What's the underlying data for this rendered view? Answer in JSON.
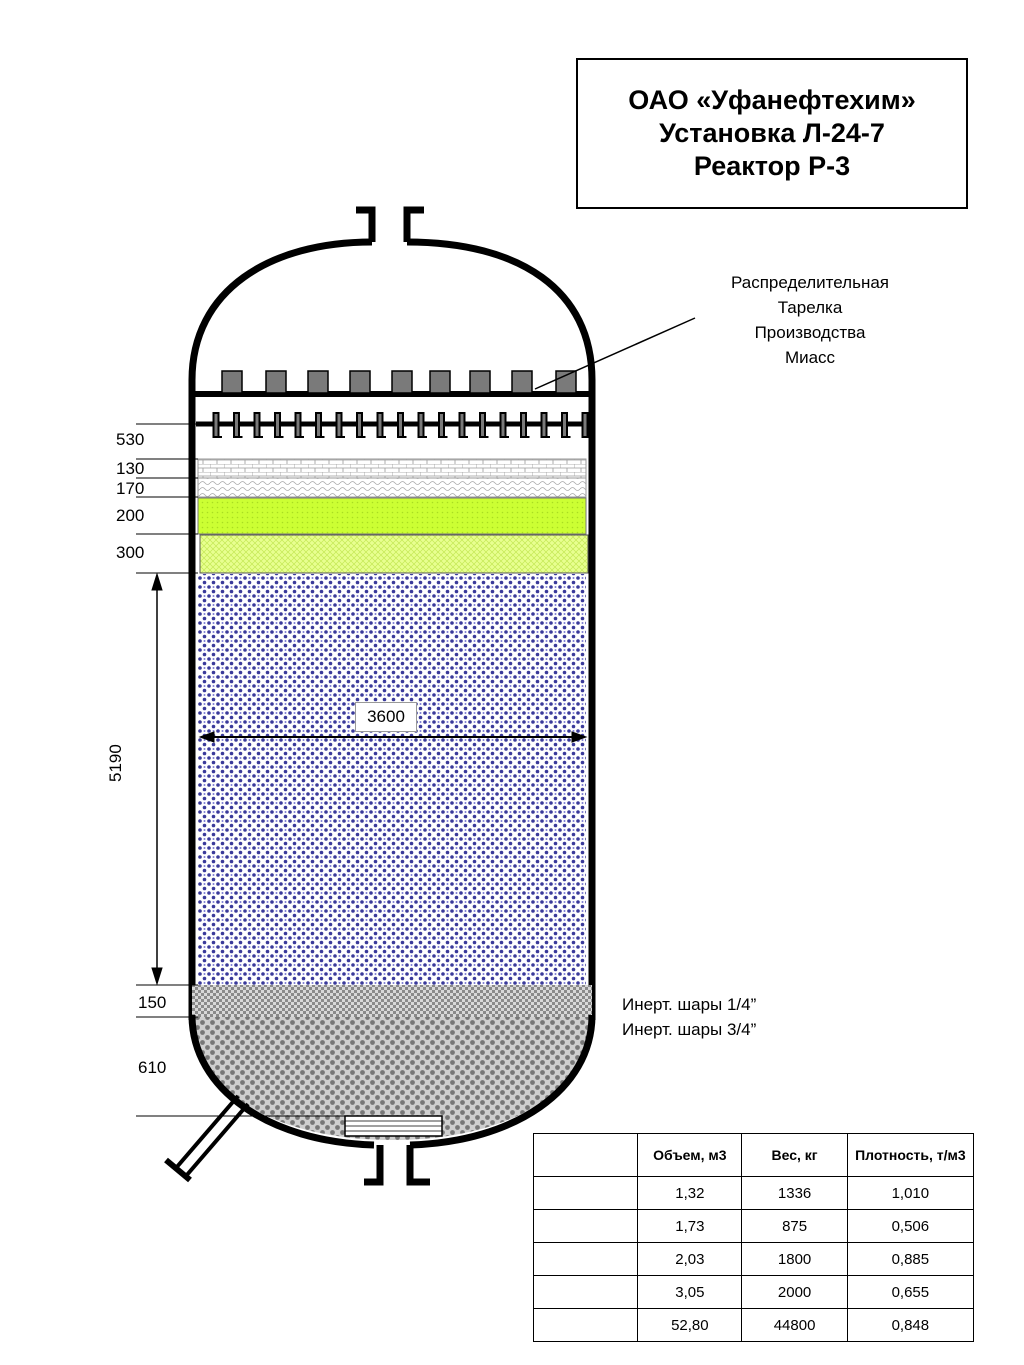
{
  "title": {
    "line1": "ОАО «Уфанефтехим»",
    "line2": "Установка Л-24-7",
    "line3": "Реактор Р-3"
  },
  "callout": {
    "line1": "Распределительная",
    "line2": "Тарелка",
    "line3": "Производства",
    "line4": "Миасс"
  },
  "dimensions": {
    "d530": "530",
    "d130": "130",
    "d170": "170",
    "d200": "200",
    "d300": "300",
    "d5190": "5190",
    "d150": "150",
    "d610": "610",
    "width": "3600"
  },
  "inert": {
    "small": "Инерт. шары 1/4”",
    "large": "Инерт. шары 3/4”"
  },
  "table": {
    "headers": [
      "",
      "Объем, м3",
      "Вес, кг",
      "Плотность, т/м3"
    ],
    "rows": [
      [
        "",
        "1,32",
        "1336",
        "1,010"
      ],
      [
        "",
        "1,73",
        "875",
        "0,506"
      ],
      [
        "",
        "2,03",
        "1800",
        "0,885"
      ],
      [
        "",
        "3,05",
        "2000",
        "0,655"
      ],
      [
        "",
        "52,80",
        "44800",
        "0,848"
      ]
    ]
  },
  "colors": {
    "outline": "#000000",
    "catalyst_dots": "#3a3a9a",
    "green_layer": "#ccff33",
    "inert_grey": "#888888",
    "nozzle_grey": "#7a7a7a"
  }
}
